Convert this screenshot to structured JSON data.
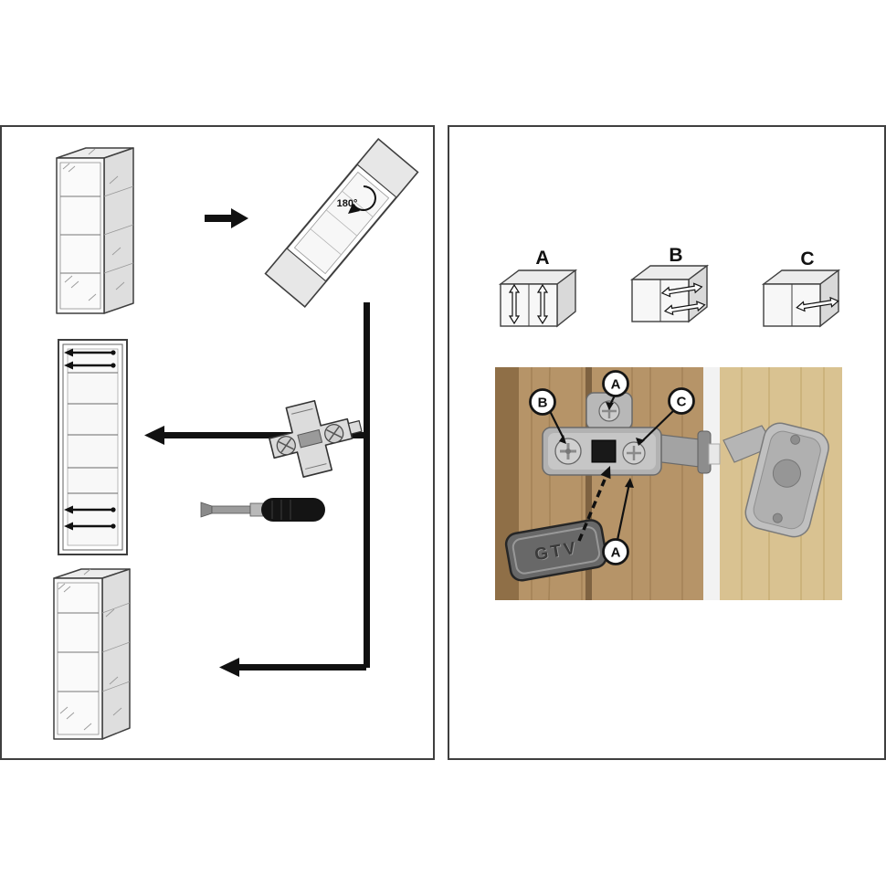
{
  "left_panel": {
    "rotation_label": "180°"
  },
  "right_panel": {
    "options": [
      {
        "label": "A"
      },
      {
        "label": "B"
      },
      {
        "label": "C"
      }
    ],
    "callouts": {
      "top": "A",
      "left": "B",
      "right": "C",
      "bottom": "A"
    },
    "brand": "GTV"
  }
}
